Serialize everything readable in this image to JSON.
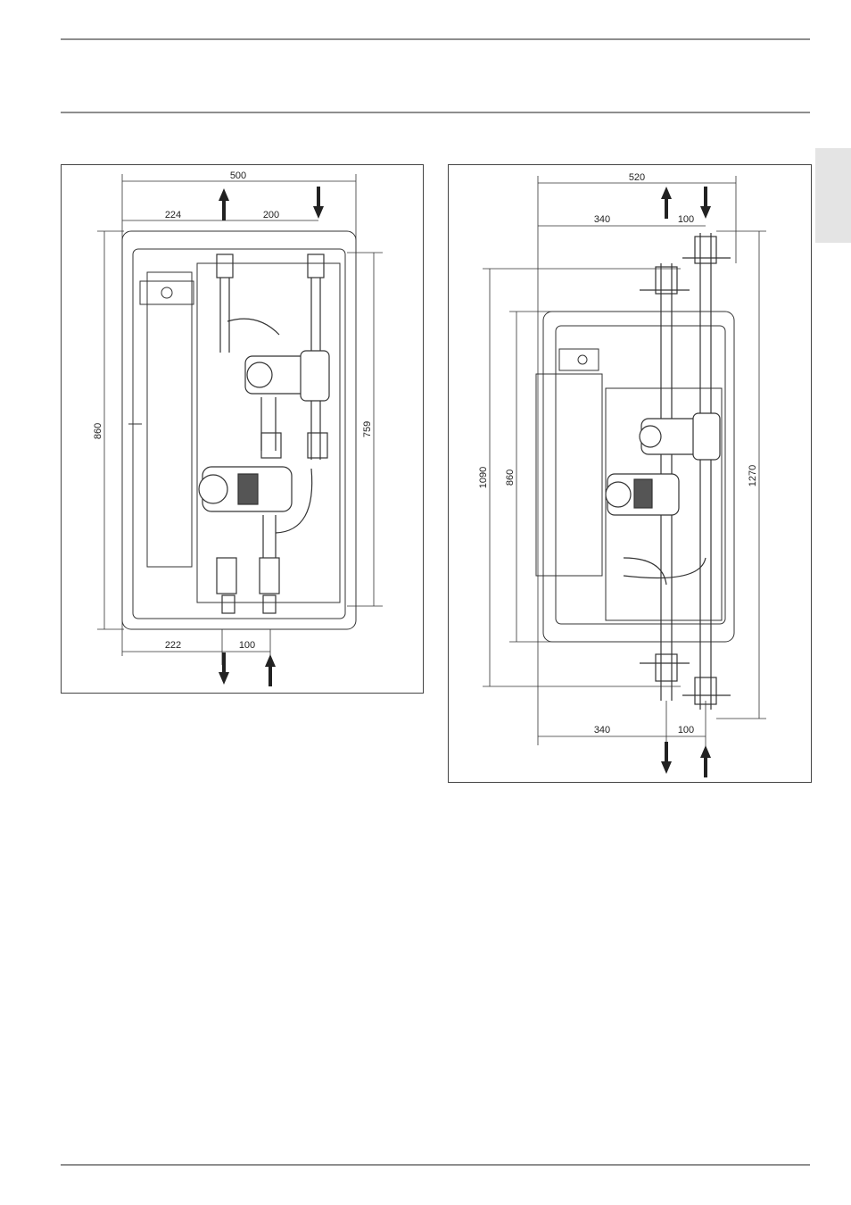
{
  "fig_left": {
    "dims": {
      "overall_width": "500",
      "top_left_offset": "224",
      "top_spacing": "200",
      "overall_height": "860",
      "inner_height": "759",
      "bottom_left_offset": "222",
      "bottom_spacing": "100"
    }
  },
  "fig_right": {
    "dims": {
      "overall_width": "520",
      "top_left_offset": "340",
      "top_spacing": "100",
      "height_1090": "1090",
      "height_860": "860",
      "height_1270": "1270",
      "bottom_left_offset": "340",
      "bottom_spacing": "100"
    }
  },
  "colors": {
    "rule": "#8e8e8e",
    "tab": "#e4e4e4",
    "line": "#333333"
  }
}
